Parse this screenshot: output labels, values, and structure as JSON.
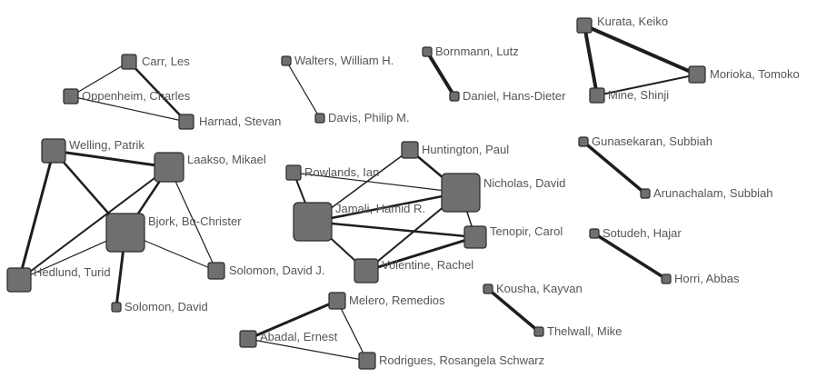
{
  "nodes": [
    {
      "id": "carr",
      "label": "Carr, Les"
    },
    {
      "id": "oppenheim",
      "label": "Oppenheim, Charles"
    },
    {
      "id": "harnad",
      "label": "Harnad, Stevan"
    },
    {
      "id": "walters",
      "label": "Walters, William H."
    },
    {
      "id": "davis",
      "label": "Davis, Philip M."
    },
    {
      "id": "bornmann",
      "label": "Bornmann, Lutz"
    },
    {
      "id": "daniel",
      "label": "Daniel, Hans-Dieter"
    },
    {
      "id": "kurata",
      "label": "Kurata, Keiko"
    },
    {
      "id": "morioka",
      "label": "Morioka, Tomoko"
    },
    {
      "id": "mine",
      "label": "Mine, Shinji"
    },
    {
      "id": "welling",
      "label": "Welling, Patrik"
    },
    {
      "id": "laakso",
      "label": "Laakso, Mikael"
    },
    {
      "id": "bjork",
      "label": "Bjork, Bo-Christer"
    },
    {
      "id": "hedlund",
      "label": "Hedlund, Turid"
    },
    {
      "id": "solomon_dj",
      "label": "Solomon, David J."
    },
    {
      "id": "solomon_d",
      "label": "Solomon, David"
    },
    {
      "id": "huntington",
      "label": "Huntington, Paul"
    },
    {
      "id": "rowlands",
      "label": "Rowlands, Ian"
    },
    {
      "id": "nicholas",
      "label": "Nicholas, David"
    },
    {
      "id": "jamali",
      "label": "Jamali, Hamid R."
    },
    {
      "id": "tenopir",
      "label": "Tenopir, Carol"
    },
    {
      "id": "volentine",
      "label": "Volentine, Rachel"
    },
    {
      "id": "gunasekaran",
      "label": "Gunasekaran, Subbiah"
    },
    {
      "id": "arunachalam",
      "label": "Arunachalam, Subbiah"
    },
    {
      "id": "sotudeh",
      "label": "Sotudeh, Hajar"
    },
    {
      "id": "horri",
      "label": "Horri, Abbas"
    },
    {
      "id": "kousha",
      "label": "Kousha, Kayvan"
    },
    {
      "id": "thelwall",
      "label": "Thelwall, Mike"
    },
    {
      "id": "melero",
      "label": "Melero, Remedios"
    },
    {
      "id": "abadal",
      "label": "Abadal, Ernest"
    },
    {
      "id": "rodrigues",
      "label": "Rodrigues, Rosangela Schwarz"
    }
  ]
}
